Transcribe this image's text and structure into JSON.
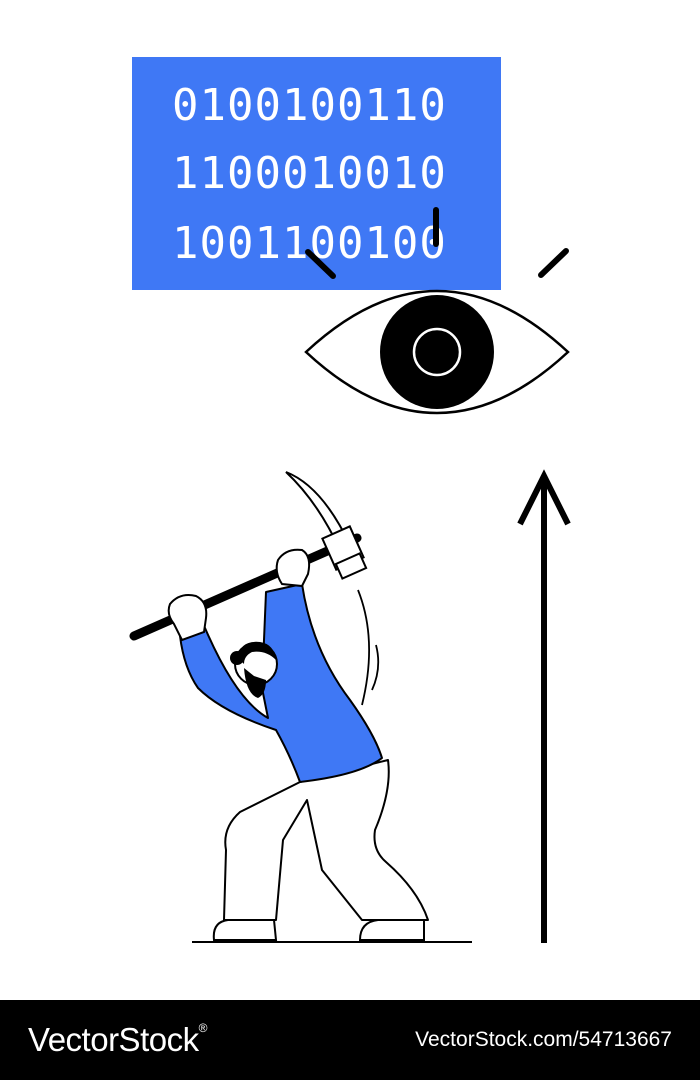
{
  "illustration": {
    "binary_panel": {
      "rows": [
        "0100100110",
        "1100010010",
        "1001100100"
      ],
      "color": "#3f78f5"
    },
    "eye_icon": "eye-icon",
    "arrow_icon": "up-arrow-icon",
    "figure": "person-swinging-pickaxe",
    "accent_color": "#3f78f5"
  },
  "footer": {
    "brand": "VectorStock",
    "brand_mark": "®",
    "stock_id": "VectorStock.com/54713667"
  }
}
